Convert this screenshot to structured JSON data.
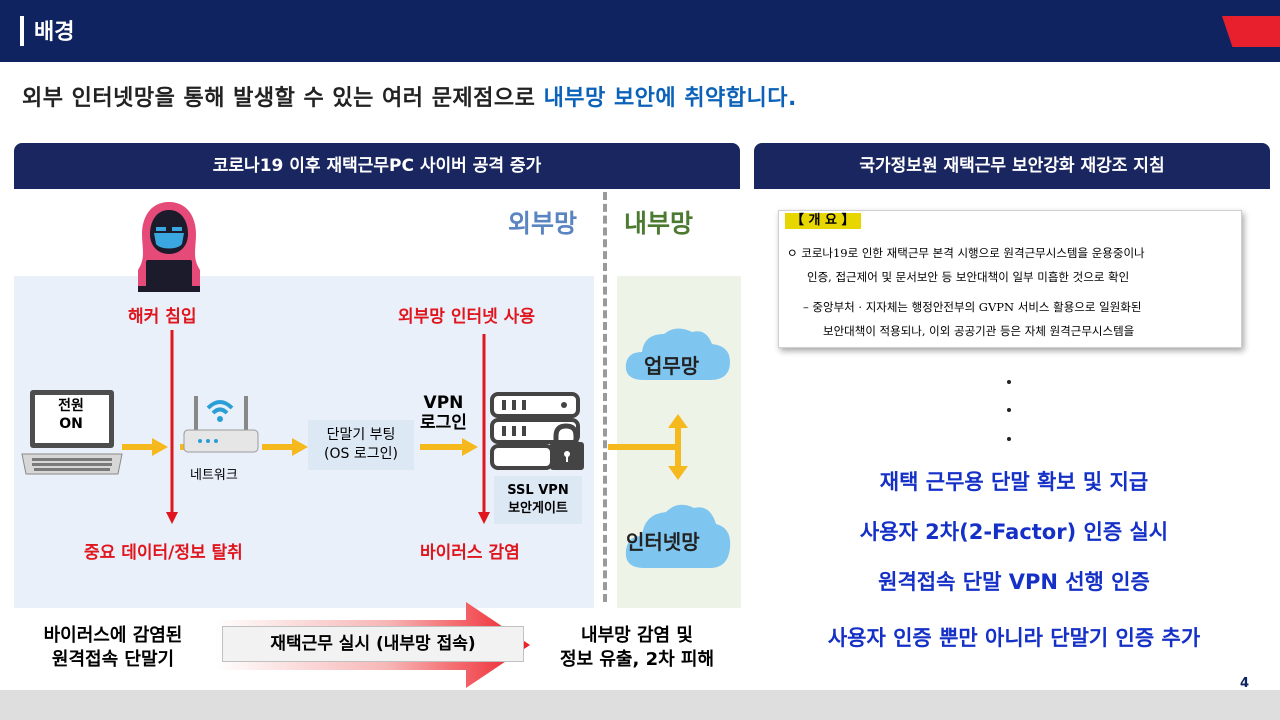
{
  "header": {
    "title": "배경",
    "page_number": "4"
  },
  "subtitle": {
    "text": "외부 인터넷망을 통해 발생할 수 있는 여러 문제점으로 ",
    "highlight": "내부망 보안에 취약합니다."
  },
  "left_panel": {
    "title": "코로나19 이후 재택근무PC 사이버 공격 증가",
    "zone_external": "외부망",
    "zone_internal": "내부망",
    "hacker_label": "해커 침입",
    "external_use_label": "외부망 인터넷 사용",
    "laptop_screen_text": "전원\nON",
    "network_label": "네트워크",
    "terminal_boot_label": "단말기 부팅\n(OS 로그인)",
    "vpn_login_label": "VPN\n로그인",
    "ssl_vpn_label": "SSL VPN\n보안게이트",
    "data_theft_label": "중요 데이터/정보 탈취",
    "virus_label": "바이러스 감염",
    "cloud_work": "업무망",
    "cloud_internet": "인터넷망",
    "bottom_left": "바이러스에 감염된\n원격접속 단말기",
    "bottom_arrow": "재택근무 실시 (내부망 접속)",
    "bottom_right": "내부망 감염 및\n정보 유출, 2차 피해"
  },
  "right_panel": {
    "title": "국가정보원 재택근무 보안강화 재강조 지침",
    "doc_heading": "【 개 요 】",
    "doc_line1": "ㅇ 코로나19로 인한 재택근무 본격 시행으로 원격근무시스템을 운용중이나",
    "doc_line2": "인증, 접근제어 및 문서보안 등 보안대책이 일부 미흡한 것으로 확인",
    "doc_line3": "– 중앙부처 · 지자체는 행정안전부의 GVPN 서비스 활용으로 일원화된",
    "doc_line4": "보안대책이 적용되나, 이외 공공기관 등은 자체 원격근무시스템을",
    "items": [
      "재택 근무용 단말 확보 및 지급",
      "사용자 2차(2-Factor) 인증 실시",
      "원격접속 단말 VPN 선행 인증",
      "사용자 인증 뿐만 아니라 단말기 인증 추가"
    ]
  },
  "colors": {
    "navy": "#0f2360",
    "accent_red": "#e8202e",
    "highlight_blue": "#0b62b8",
    "item_blue": "#1530c7",
    "alert_red": "#e0161f"
  }
}
